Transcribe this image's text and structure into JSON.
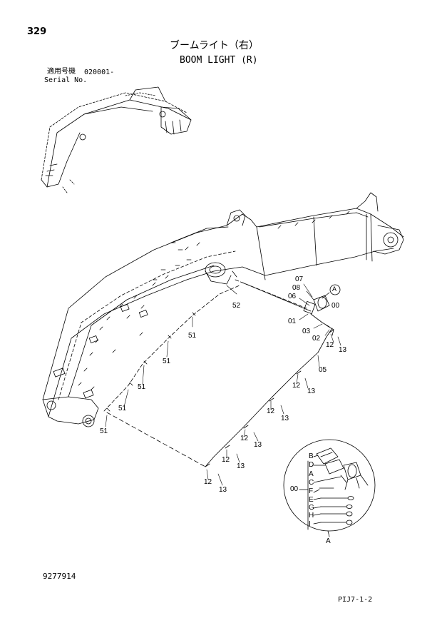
{
  "header": {
    "page_number": "329",
    "title_jp": "ブームライト（右）",
    "title_en": "BOOM LIGHT (R)",
    "serial_label_jp": "適用号機",
    "serial_value": "020001-",
    "serial_label_en": "Serial No."
  },
  "callouts": {
    "c52": "52",
    "c07": "07",
    "c08": "08",
    "c06": "06",
    "c00": "00",
    "cA": "A",
    "c01": "01",
    "c03": "03",
    "c02": "02",
    "c12a": "12",
    "c13a": "13",
    "c05": "05",
    "c12b": "12",
    "c13b": "13",
    "c12c": "12",
    "c13c": "13",
    "c12d": "12",
    "c13d": "13",
    "c12e": "12",
    "c13e": "13",
    "c12f": "12",
    "c13f": "13",
    "c51a": "51",
    "c51b": "51",
    "c51c": "51",
    "c51d": "51",
    "c51e": "51"
  },
  "detail": {
    "labels": [
      "B",
      "D",
      "A",
      "C",
      "F",
      "E",
      "G",
      "H",
      "I"
    ],
    "part_no": "00",
    "bottom_label": "A"
  },
  "footer": {
    "doc_number": "9277914",
    "page_code": "PIJ7-1-2"
  }
}
